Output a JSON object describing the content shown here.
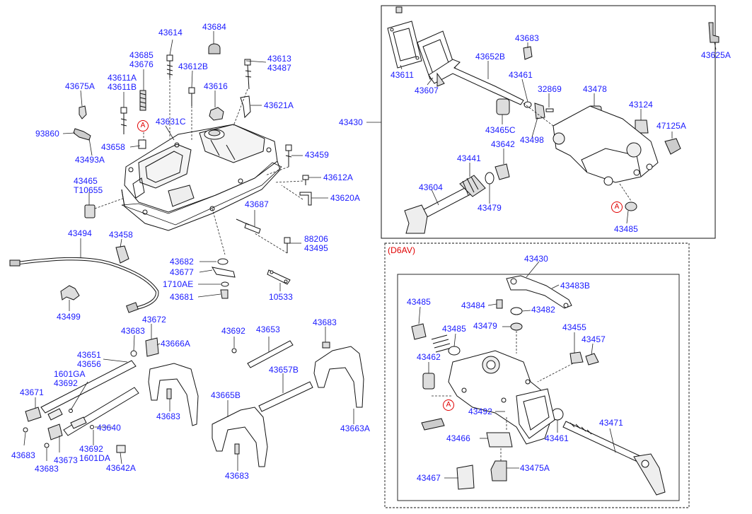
{
  "diagram": {
    "variant_label": "(D6AV)",
    "reference_marker": "A",
    "labels": {
      "p43614": "43614",
      "p43684": "43684",
      "p43685_43676": "43685\n43676",
      "p43613_43487": "43613\n43487",
      "p43612B": "43612B",
      "p43611A_43611B": "43611A\n43611B",
      "p43675A": "43675A",
      "p43616": "43616",
      "p43621A": "43621A",
      "p43631C": "43631C",
      "p93860": "93860",
      "p43493A": "43493A",
      "p43658": "43658",
      "p43459": "43459",
      "p43612A": "43612A",
      "p43465_T10655": "43465\nT10655",
      "p43620A": "43620A",
      "p43687": "43687",
      "p43494": "43494",
      "p43458": "43458",
      "p88206_43495": "88206\n43495",
      "p43682": "43682",
      "p43677": "43677",
      "p1710AE": "1710AE",
      "p43681": "43681",
      "p10533": "10533",
      "p43499": "43499",
      "p43672": "43672",
      "p43683_a": "43683",
      "p43666A": "43666A",
      "p43651_43656": "43651\n43656",
      "p1601GA_43692": "1601GA\n43692",
      "p43671": "43671",
      "p43683_b": "43683",
      "p43640": "43640",
      "p43683_c": "43683",
      "p43673": "43673",
      "p43683_d": "43683",
      "p43692_1601DA": "43692\n1601DA",
      "p43642A": "43642A",
      "p43692": "43692",
      "p43653": "43653",
      "p43683_e": "43683",
      "p43657B": "43657B",
      "p43665B": "43665B",
      "p43683_f": "43683",
      "p43663A": "43663A",
      "p43611": "43611",
      "p43607": "43607",
      "p43652B": "43652B",
      "p43683_g": "43683",
      "p43461": "43461",
      "p32869": "32869",
      "p43478": "43478",
      "p43124": "43124",
      "p43625A": "43625A",
      "p43430": "43430",
      "p43465C": "43465C",
      "p43498": "43498",
      "p47125A": "47125A",
      "p43441": "43441",
      "p43642": "43642",
      "p43604": "43604",
      "p43479": "43479",
      "p43485": "43485",
      "d_43430": "43430",
      "d_43483B": "43483B",
      "d_43485_a": "43485",
      "d_43484": "43484",
      "d_43482": "43482",
      "d_43485_b": "43485",
      "d_43479": "43479",
      "d_43455": "43455",
      "d_43457": "43457",
      "d_43462": "43462",
      "d_43492": "43492",
      "d_43471": "43471",
      "d_43466": "43466",
      "d_43461": "43461",
      "d_43467": "43467",
      "d_43475A": "43475A"
    }
  }
}
